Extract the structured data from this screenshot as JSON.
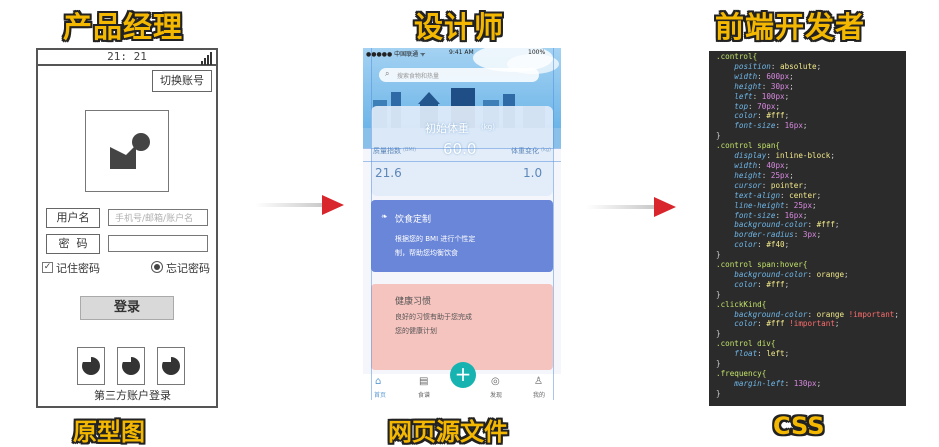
{
  "columns": [
    {
      "title": "产品经理",
      "caption": "原型图"
    },
    {
      "title": "设计师",
      "caption": "网页源文件"
    },
    {
      "title": "前端开发者",
      "caption": "CSS"
    }
  ],
  "wireframe": {
    "time": "21: 21",
    "switch_account": "切换账号",
    "username_label": "用户名",
    "username_placeholder": "手机号/邮箱/账户名",
    "password_label": "密  码",
    "remember": "记住密码",
    "forgot": "忘记密码",
    "login": "登录",
    "third_party": "第三方账户登录"
  },
  "mockup": {
    "carrier": "●●●●● 中国联通 ᯤ",
    "time": "9:41 AM",
    "battery": "100%",
    "search_placeholder": "搜索食物和热量",
    "initial_weight_label": "初始体重",
    "initial_weight_unit": "(kg)",
    "bmi_label": "质量指数",
    "bmi_unit": "(BMI)",
    "weight_value": "60.0",
    "weight_change_label": "体重变化",
    "weight_change_unit": "(kg)",
    "bmi_value": "21.6",
    "weight_change_value": "1.0",
    "card1_title": "饮食定制",
    "card1_line1": "根据您的 BMI 进行个性定",
    "card1_line2": "制，帮助您均衡饮食",
    "card2_title": "健康习惯",
    "card2_line1": "良好的习惯有助于您完成",
    "card2_line2": "您的健康计划",
    "tabs": [
      "首页",
      "食谱",
      "发现",
      "我的"
    ],
    "plus": "+",
    "colors": {
      "card1": "#6a86d8",
      "card2": "#f4b7b2",
      "plus": "#16b3b0"
    }
  },
  "code_lines": [
    [
      [
        "sel",
        ".control{"
      ]
    ],
    [
      [
        "sp",
        "    "
      ],
      [
        "prop",
        "position"
      ],
      [
        "txt",
        ": "
      ],
      [
        "val",
        "absolute"
      ],
      [
        "txt",
        ";"
      ]
    ],
    [
      [
        "sp",
        "    "
      ],
      [
        "prop",
        "width"
      ],
      [
        "txt",
        ": "
      ],
      [
        "num",
        "600px"
      ],
      [
        "txt",
        ";"
      ]
    ],
    [
      [
        "sp",
        "    "
      ],
      [
        "prop",
        "height"
      ],
      [
        "txt",
        ": "
      ],
      [
        "num",
        "30px"
      ],
      [
        "txt",
        ";"
      ]
    ],
    [
      [
        "sp",
        "    "
      ],
      [
        "prop",
        "left"
      ],
      [
        "txt",
        ": "
      ],
      [
        "num",
        "100px"
      ],
      [
        "txt",
        ";"
      ]
    ],
    [
      [
        "sp",
        "    "
      ],
      [
        "prop",
        "top"
      ],
      [
        "txt",
        ": "
      ],
      [
        "num",
        "70px"
      ],
      [
        "txt",
        ";"
      ]
    ],
    [
      [
        "sp",
        "    "
      ],
      [
        "prop",
        "color"
      ],
      [
        "txt",
        ": "
      ],
      [
        "val",
        "#fff"
      ],
      [
        "txt",
        ";"
      ]
    ],
    [
      [
        "sp",
        "    "
      ],
      [
        "prop",
        "font-size"
      ],
      [
        "txt",
        ": "
      ],
      [
        "num",
        "16px"
      ],
      [
        "txt",
        ";"
      ]
    ],
    [
      [
        "txt",
        "}"
      ]
    ],
    [
      [
        "sel",
        ".control span{"
      ]
    ],
    [
      [
        "sp",
        "    "
      ],
      [
        "prop",
        "display"
      ],
      [
        "txt",
        ": "
      ],
      [
        "val",
        "inline-block"
      ],
      [
        "txt",
        ";"
      ]
    ],
    [
      [
        "sp",
        "    "
      ],
      [
        "prop",
        "width"
      ],
      [
        "txt",
        ": "
      ],
      [
        "num",
        "40px"
      ],
      [
        "txt",
        ";"
      ]
    ],
    [
      [
        "sp",
        "    "
      ],
      [
        "prop",
        "height"
      ],
      [
        "txt",
        ": "
      ],
      [
        "num",
        "25px"
      ],
      [
        "txt",
        ";"
      ]
    ],
    [
      [
        "sp",
        "    "
      ],
      [
        "prop",
        "cursor"
      ],
      [
        "txt",
        ": "
      ],
      [
        "val",
        "pointer"
      ],
      [
        "txt",
        ";"
      ]
    ],
    [
      [
        "sp",
        "    "
      ],
      [
        "prop",
        "text-align"
      ],
      [
        "txt",
        ": "
      ],
      [
        "val",
        "center"
      ],
      [
        "txt",
        ";"
      ]
    ],
    [
      [
        "sp",
        "    "
      ],
      [
        "prop",
        "line-height"
      ],
      [
        "txt",
        ": "
      ],
      [
        "num",
        "25px"
      ],
      [
        "txt",
        ";"
      ]
    ],
    [
      [
        "sp",
        "    "
      ],
      [
        "prop",
        "font-size"
      ],
      [
        "txt",
        ": "
      ],
      [
        "num",
        "16px"
      ],
      [
        "txt",
        ";"
      ]
    ],
    [
      [
        "sp",
        "    "
      ],
      [
        "prop",
        "background-color"
      ],
      [
        "txt",
        ": "
      ],
      [
        "val",
        "#fff"
      ],
      [
        "txt",
        ";"
      ]
    ],
    [
      [
        "sp",
        "    "
      ],
      [
        "prop",
        "border-radius"
      ],
      [
        "txt",
        ": "
      ],
      [
        "num",
        "3px"
      ],
      [
        "txt",
        ";"
      ]
    ],
    [
      [
        "sp",
        "    "
      ],
      [
        "prop",
        "color"
      ],
      [
        "txt",
        ": "
      ],
      [
        "val",
        "#f40"
      ],
      [
        "txt",
        ";"
      ]
    ],
    [
      [
        "txt",
        "}"
      ]
    ],
    [
      [
        "sel",
        ".control span:hover{"
      ]
    ],
    [
      [
        "sp",
        "    "
      ],
      [
        "prop",
        "background-color"
      ],
      [
        "txt",
        ": "
      ],
      [
        "val",
        "orange"
      ],
      [
        "txt",
        ";"
      ]
    ],
    [
      [
        "sp",
        "    "
      ],
      [
        "prop",
        "color"
      ],
      [
        "txt",
        ": "
      ],
      [
        "val",
        "#fff"
      ],
      [
        "txt",
        ";"
      ]
    ],
    [
      [
        "txt",
        "}"
      ]
    ],
    [
      [
        "sel",
        ".clickKind{"
      ]
    ],
    [
      [
        "sp",
        "    "
      ],
      [
        "prop",
        "background-color"
      ],
      [
        "txt",
        ": "
      ],
      [
        "val",
        "orange "
      ],
      [
        "imp",
        "!important"
      ],
      [
        "txt",
        ";"
      ]
    ],
    [
      [
        "sp",
        "    "
      ],
      [
        "prop",
        "color"
      ],
      [
        "txt",
        ": "
      ],
      [
        "val",
        "#fff "
      ],
      [
        "imp",
        "!important"
      ],
      [
        "txt",
        ";"
      ]
    ],
    [
      [
        "txt",
        "}"
      ]
    ],
    [
      [
        "sel",
        ".control div{"
      ]
    ],
    [
      [
        "sp",
        "    "
      ],
      [
        "prop",
        "float"
      ],
      [
        "txt",
        ": "
      ],
      [
        "val",
        "left"
      ],
      [
        "txt",
        ";"
      ]
    ],
    [
      [
        "txt",
        "}"
      ]
    ],
    [
      [
        "sel",
        ".frequency{"
      ]
    ],
    [
      [
        "sp",
        "    "
      ],
      [
        "prop",
        "margin-left"
      ],
      [
        "txt",
        ": "
      ],
      [
        "num",
        "130px"
      ],
      [
        "txt",
        ";"
      ]
    ],
    [
      [
        "txt",
        "}"
      ]
    ]
  ]
}
